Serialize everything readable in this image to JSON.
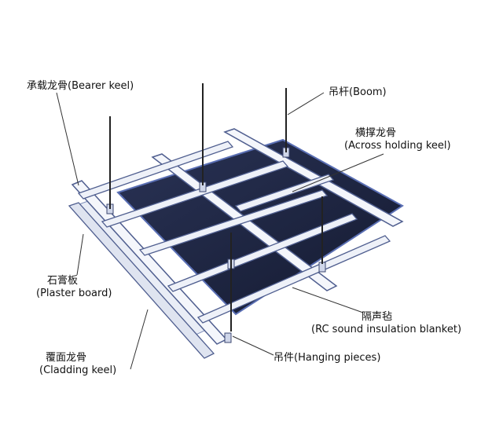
{
  "labels": {
    "bearer_keel": "承载龙骨(Bearer keel)",
    "boom": "吊杆(Boom)",
    "across_keel_cn": "横撑龙骨",
    "across_keel_en": "(Across holding keel)",
    "plaster_cn": "石膏板",
    "plaster_en": "(Plaster board)",
    "blanket_cn": "隔声毡",
    "blanket_en": "(RC sound insulation blanket)",
    "cladding_cn": "覆面龙骨",
    "cladding_en": "(Cladding keel)",
    "hanging": "吊件(Hanging pieces)"
  },
  "colors": {
    "panel": "#1c2340",
    "panel_edge": "#5a6fb4",
    "keel_face": "#f4f6fb",
    "keel_side": "#b9c3dc",
    "keel_stroke": "#4f5e8f",
    "rod": "#222222",
    "leader": "#333333"
  }
}
